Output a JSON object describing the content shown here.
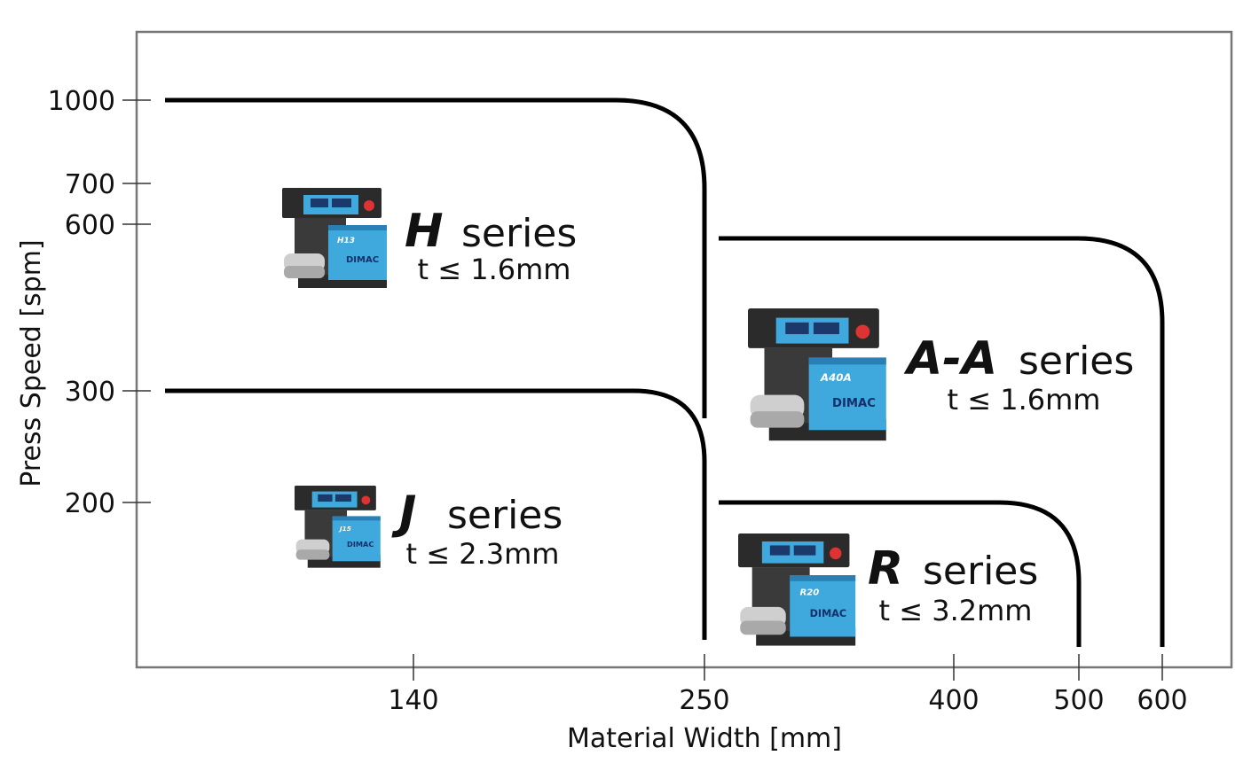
{
  "chart_data": {
    "type": "line",
    "xlabel": "Material Width [mm]",
    "ylabel": "Press Speed [spm]",
    "x_ticks": [
      140,
      250,
      400,
      500,
      600
    ],
    "y_ticks": [
      1000,
      700,
      600,
      300,
      200
    ],
    "grid": false,
    "series": [
      {
        "name": "H series",
        "letter": "H",
        "word": "series",
        "thickness": "t ≤ 1.6mm",
        "max_width": 250,
        "max_speed": 1000,
        "color": "#000000",
        "machine_color": "#3fa8dc",
        "machine_label": "H13"
      },
      {
        "name": "J series",
        "letter": "J",
        "word": "series",
        "thickness": "t ≤ 2.3mm",
        "max_width": 250,
        "max_speed": 300,
        "color": "#000000",
        "machine_color": "#3fa8dc",
        "machine_label": "J15"
      },
      {
        "name": "A-A series",
        "letter": "A-A",
        "word": "series",
        "thickness": "t ≤ 1.6mm",
        "max_width": 600,
        "max_speed": 580,
        "color": "#000000",
        "machine_color": "#3fa8dc",
        "machine_label": "A40A"
      },
      {
        "name": "R series",
        "letter": "R",
        "word": "series",
        "thickness": "t ≤ 3.2mm",
        "max_width": 500,
        "max_speed": 200,
        "color": "#000000",
        "machine_color": "#3fa8dc",
        "machine_label": "R20"
      }
    ],
    "brand": "DIMAC"
  }
}
